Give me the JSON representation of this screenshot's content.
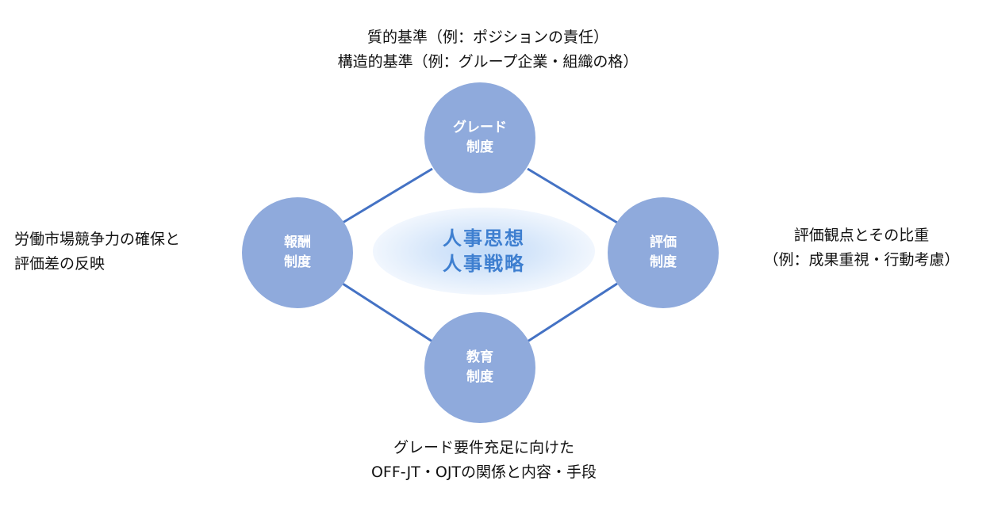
{
  "center": {
    "line1": "人事思想",
    "line2": "人事戦略"
  },
  "nodes": {
    "grade": {
      "line1": "グレード",
      "line2": "制度"
    },
    "reward": {
      "line1": "報酬",
      "line2": "制度"
    },
    "eval": {
      "line1": "評価",
      "line2": "制度"
    },
    "edu": {
      "line1": "教育",
      "line2": "制度"
    }
  },
  "notes": {
    "top": {
      "line1": "質的基準（例：ポジションの責任）",
      "line2": "構造的基準（例：グループ企業・組織の格）"
    },
    "left": {
      "line1": "労働市場競争力の確保と",
      "line2": "評価差の反映"
    },
    "right": {
      "line1": "評価観点とその比重",
      "line2": "（例：成果重視・行動考慮）"
    },
    "bottom": {
      "line1": "グレード要件充足に向けた",
      "line2": "OFF-JT・OJTの関係と内容・手段"
    }
  },
  "colors": {
    "node_fill": "#8faadc",
    "connector": "#4472c4",
    "center_text": "#3e7fd0",
    "center_glow": "#c4dcf8"
  }
}
